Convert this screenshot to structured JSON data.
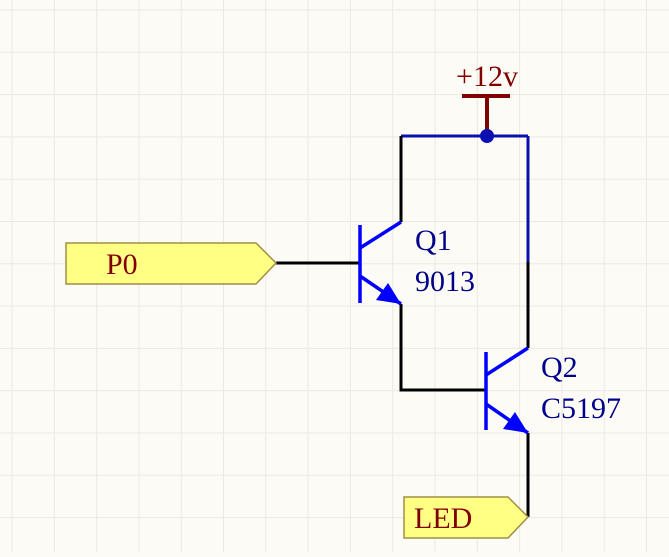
{
  "schematic": {
    "power": {
      "label": "+12v"
    },
    "ports": {
      "input": {
        "label": "P0"
      },
      "output": {
        "label": "LED"
      }
    },
    "transistors": [
      {
        "designator": "Q1",
        "part": "9013"
      },
      {
        "designator": "Q2",
        "part": "C5197"
      }
    ]
  },
  "colors": {
    "background": "#fcfbf5",
    "grid": "#ebeae2",
    "wire": "#000000",
    "net_wire": "#0a10b0",
    "component": "#0000ff",
    "power": "#800000",
    "label_text": "#00008b",
    "port_fill": "#ffff84",
    "port_stroke": "#a08f45",
    "port_text": "#800000"
  }
}
